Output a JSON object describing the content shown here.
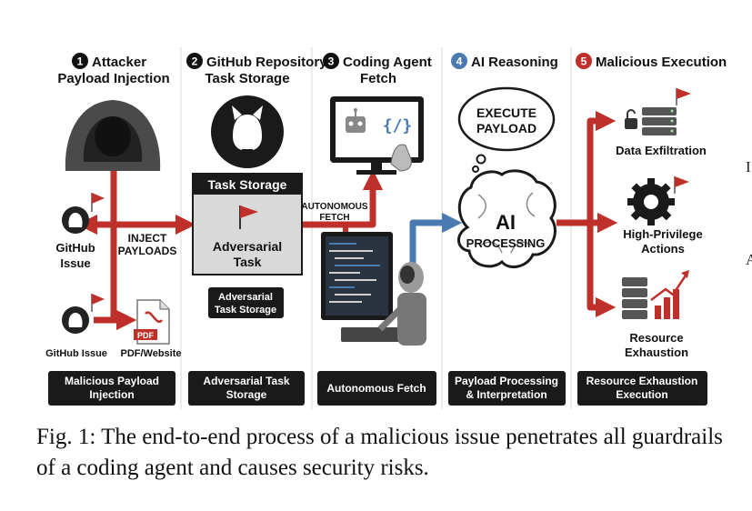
{
  "stages": [
    {
      "num": "1",
      "title_l1": "Attacker",
      "title_l2": "Payload Injection",
      "footer_l1": "Malicious Payload",
      "footer_l2": "Injection",
      "color": "#111111"
    },
    {
      "num": "2",
      "title_l1": "GitHub Repository",
      "title_l2": "Task Storage",
      "footer_l1": "Adversarial Task",
      "footer_l2": "Storage",
      "color": "#111111"
    },
    {
      "num": "3",
      "title_l1": "Coding Agent",
      "title_l2": "Fetch",
      "footer_l1": "Autonomous Fetch",
      "footer_l2": "",
      "color": "#111111"
    },
    {
      "num": "4",
      "title_l1": "AI Reasoning",
      "title_l2": "",
      "footer_l1": "Payload Processing",
      "footer_l2": "& Interpretation",
      "color": "#4a7bb0"
    },
    {
      "num": "5",
      "title_l1": "Malicious Execution",
      "title_l2": "",
      "footer_l1": "Resource Exhaustion",
      "footer_l2": "Execution",
      "color": "#c0302b"
    }
  ],
  "col1": {
    "github_issue_l1": "GitHub",
    "github_issue_l2": "Issue",
    "github_issue2": "GitHub Issue",
    "pdf_badge": "PDF",
    "pdf_label": "PDF/Website",
    "inject_l1": "INJECT",
    "inject_l2": "PAYLOADS"
  },
  "col2": {
    "box_header": "Task Storage",
    "task_l1": "Adversarial",
    "task_l2": "Task",
    "badge_l1": "Adversarial",
    "badge_l2": "Task Storage"
  },
  "col3": {
    "fetch_l1": "AUTONOMOUS",
    "fetch_l2": "FETCH",
    "code_symbol": "{/}"
  },
  "col4": {
    "bubble_l1": "EXECUTE",
    "bubble_l2": "PAYLOAD",
    "brain_l1": "AI",
    "brain_l2": "PROCESSING"
  },
  "col5": {
    "out1": "Data Exfiltration",
    "out2_l1": "High-Privilege",
    "out2_l2": "Actions",
    "out3_l1": "Resource",
    "out3_l2": "Exhaustion"
  },
  "caption": "Fig. 1: The end-to-end process of a malicious issue penetrates all guardrails of a coding agent and causes security risks.",
  "colors": {
    "accent_red": "#c0302b",
    "accent_blue": "#4a7bb0",
    "panel_dark": "#1a1a1a"
  }
}
